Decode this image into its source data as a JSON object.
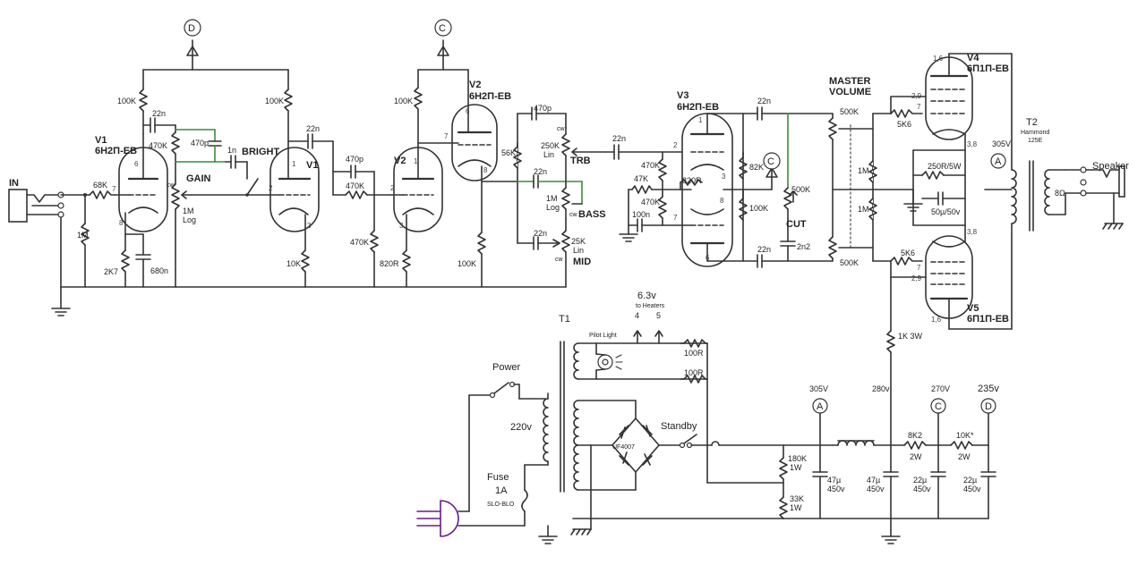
{
  "tubes": {
    "v1a": {
      "name": "V1",
      "type": "6Н2П-ЕВ"
    },
    "v1b": {
      "name": "V1"
    },
    "v2a": {
      "name": "V2"
    },
    "v2b": {
      "name": "V2",
      "type": "6Н2П-ЕВ"
    },
    "v3": {
      "name": "V3",
      "type": "6Н2П-ЕВ"
    },
    "v4": {
      "name": "V4",
      "type": "6П1П-ЕВ"
    },
    "v5": {
      "name": "V5",
      "type": "6П1П-ЕВ"
    }
  },
  "controls": {
    "gain": "GAIN",
    "bright": "BRIGHT",
    "treble": "TRB",
    "bass": "BASS",
    "mid": "MID",
    "cut": "CUT",
    "master": "MASTER",
    "volume": "VOLUME"
  },
  "io": {
    "input": "IN",
    "speaker": "Speaker",
    "speaker_ohms": "8Ω"
  },
  "nodes": {
    "a": "A",
    "c": "C",
    "d": "D"
  },
  "transformers": {
    "t1": "T1",
    "t2": "T2",
    "t2_make": "Hammond",
    "t2_model": "125E",
    "heater_v": "6.3v",
    "heater_note": "to Heaters",
    "heater_pin4": "4",
    "heater_pin5": "5"
  },
  "power": {
    "power_switch": "Power",
    "standby": "Standby",
    "pilot": "Pilot Light",
    "mains": "220v",
    "fuse": "Fuse",
    "fuse_rating": "1A",
    "fuse_type": "SLO-BLO",
    "rectifier": "UF4007"
  },
  "voltages": {
    "v305": "305V",
    "v280": "280v",
    "v270": "270V",
    "v235": "235v",
    "t2_305": "305V"
  },
  "components": {
    "r100k": "100K",
    "c22n": "22n",
    "r470k": "470K",
    "c470p": "470p",
    "c1n": "1n",
    "r68k": "68K",
    "r1m": "1M",
    "r2k7": "2K7",
    "c680n": "680n",
    "pot1m_log": "1M",
    "log": "Log",
    "lin": "Lin",
    "r10k": "10K",
    "r820r": "820R",
    "r56k": "56K",
    "pot250k": "250K",
    "pot25k": "25K",
    "r47k": "47K",
    "c100n": "100n",
    "r82k": "82K",
    "pot500k": "500K",
    "c2n2": "2n2",
    "r5k6": "5K6",
    "r250r": "250R/5W",
    "c50u": "50µ/50v",
    "r1k3w": "1K 3W",
    "r100r": "100R",
    "r180k": "180K",
    "r33k": "33K",
    "w1": "1W",
    "w2": "2W",
    "c47u": "47µ",
    "c22u": "22µ",
    "v450": "450v",
    "r8k2": "8K2",
    "r10k_star": "10K*"
  },
  "pins": {
    "p1": "1",
    "p2": "2",
    "p3": "3",
    "p6": "6",
    "p7": "7",
    "p8": "8",
    "p16": "1,6",
    "p29": "2,9",
    "p38": "3,8",
    "cw": "cw"
  }
}
